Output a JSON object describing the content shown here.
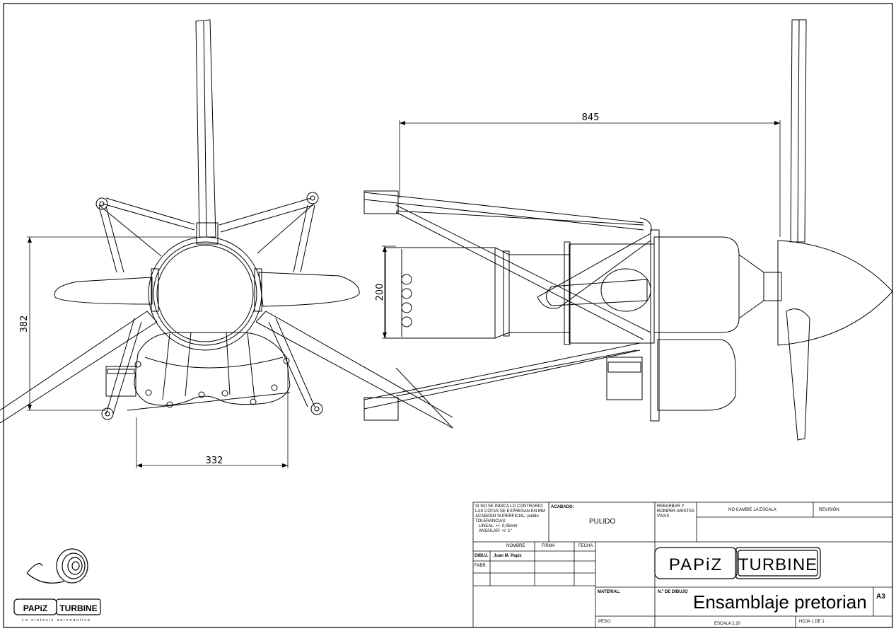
{
  "dimensions": {
    "overall_length": "845",
    "height": "382",
    "width": "332",
    "diameter": "200"
  },
  "title_block": {
    "notes": {
      "line1": "SI NO SE INDICA LO CONTRARIO:",
      "line2": "LAS COTAS SE EXPRESAN EN MM",
      "line3": "ACABADO SUPERFICIAL: pulido",
      "line4": "TOLERANCIAS:",
      "line5": "LINEAL: +/- 0,05mm",
      "line6": "ANGULAR: +/- 1°"
    },
    "finish_label": "ACABADO:",
    "finish_value": "PULIDO",
    "deburr_note": {
      "line1": "REBARBAR Y",
      "line2": "ROMPER ARISTAS",
      "line3": "VIVAS"
    },
    "no_scale_note": "NO CAMBIE LA ESCALA",
    "revision_label": "REVISIÓN",
    "headers": {
      "name": "NOMBRE",
      "signature": "FIRMA",
      "date": "FECHA"
    },
    "drawn_label": "DIBUJ.",
    "drawn_by": "Juan M. Papiz",
    "manufactured_label": "FABR.",
    "material_label": "MATERIAL:",
    "drawing_number_label": "N.º DE DIBUJO",
    "drawing_title": "Ensamblaje pretorian",
    "sheet_size": "A3",
    "weight_label": "PESO:",
    "scale": "ESCALA:1:20",
    "sheet_number": "HOJA 1 DE 1"
  },
  "branding": {
    "brand_left": "PAPiZ",
    "brand_right": "TURBINE",
    "tagline": "La  síntesis  aeronáutica"
  }
}
